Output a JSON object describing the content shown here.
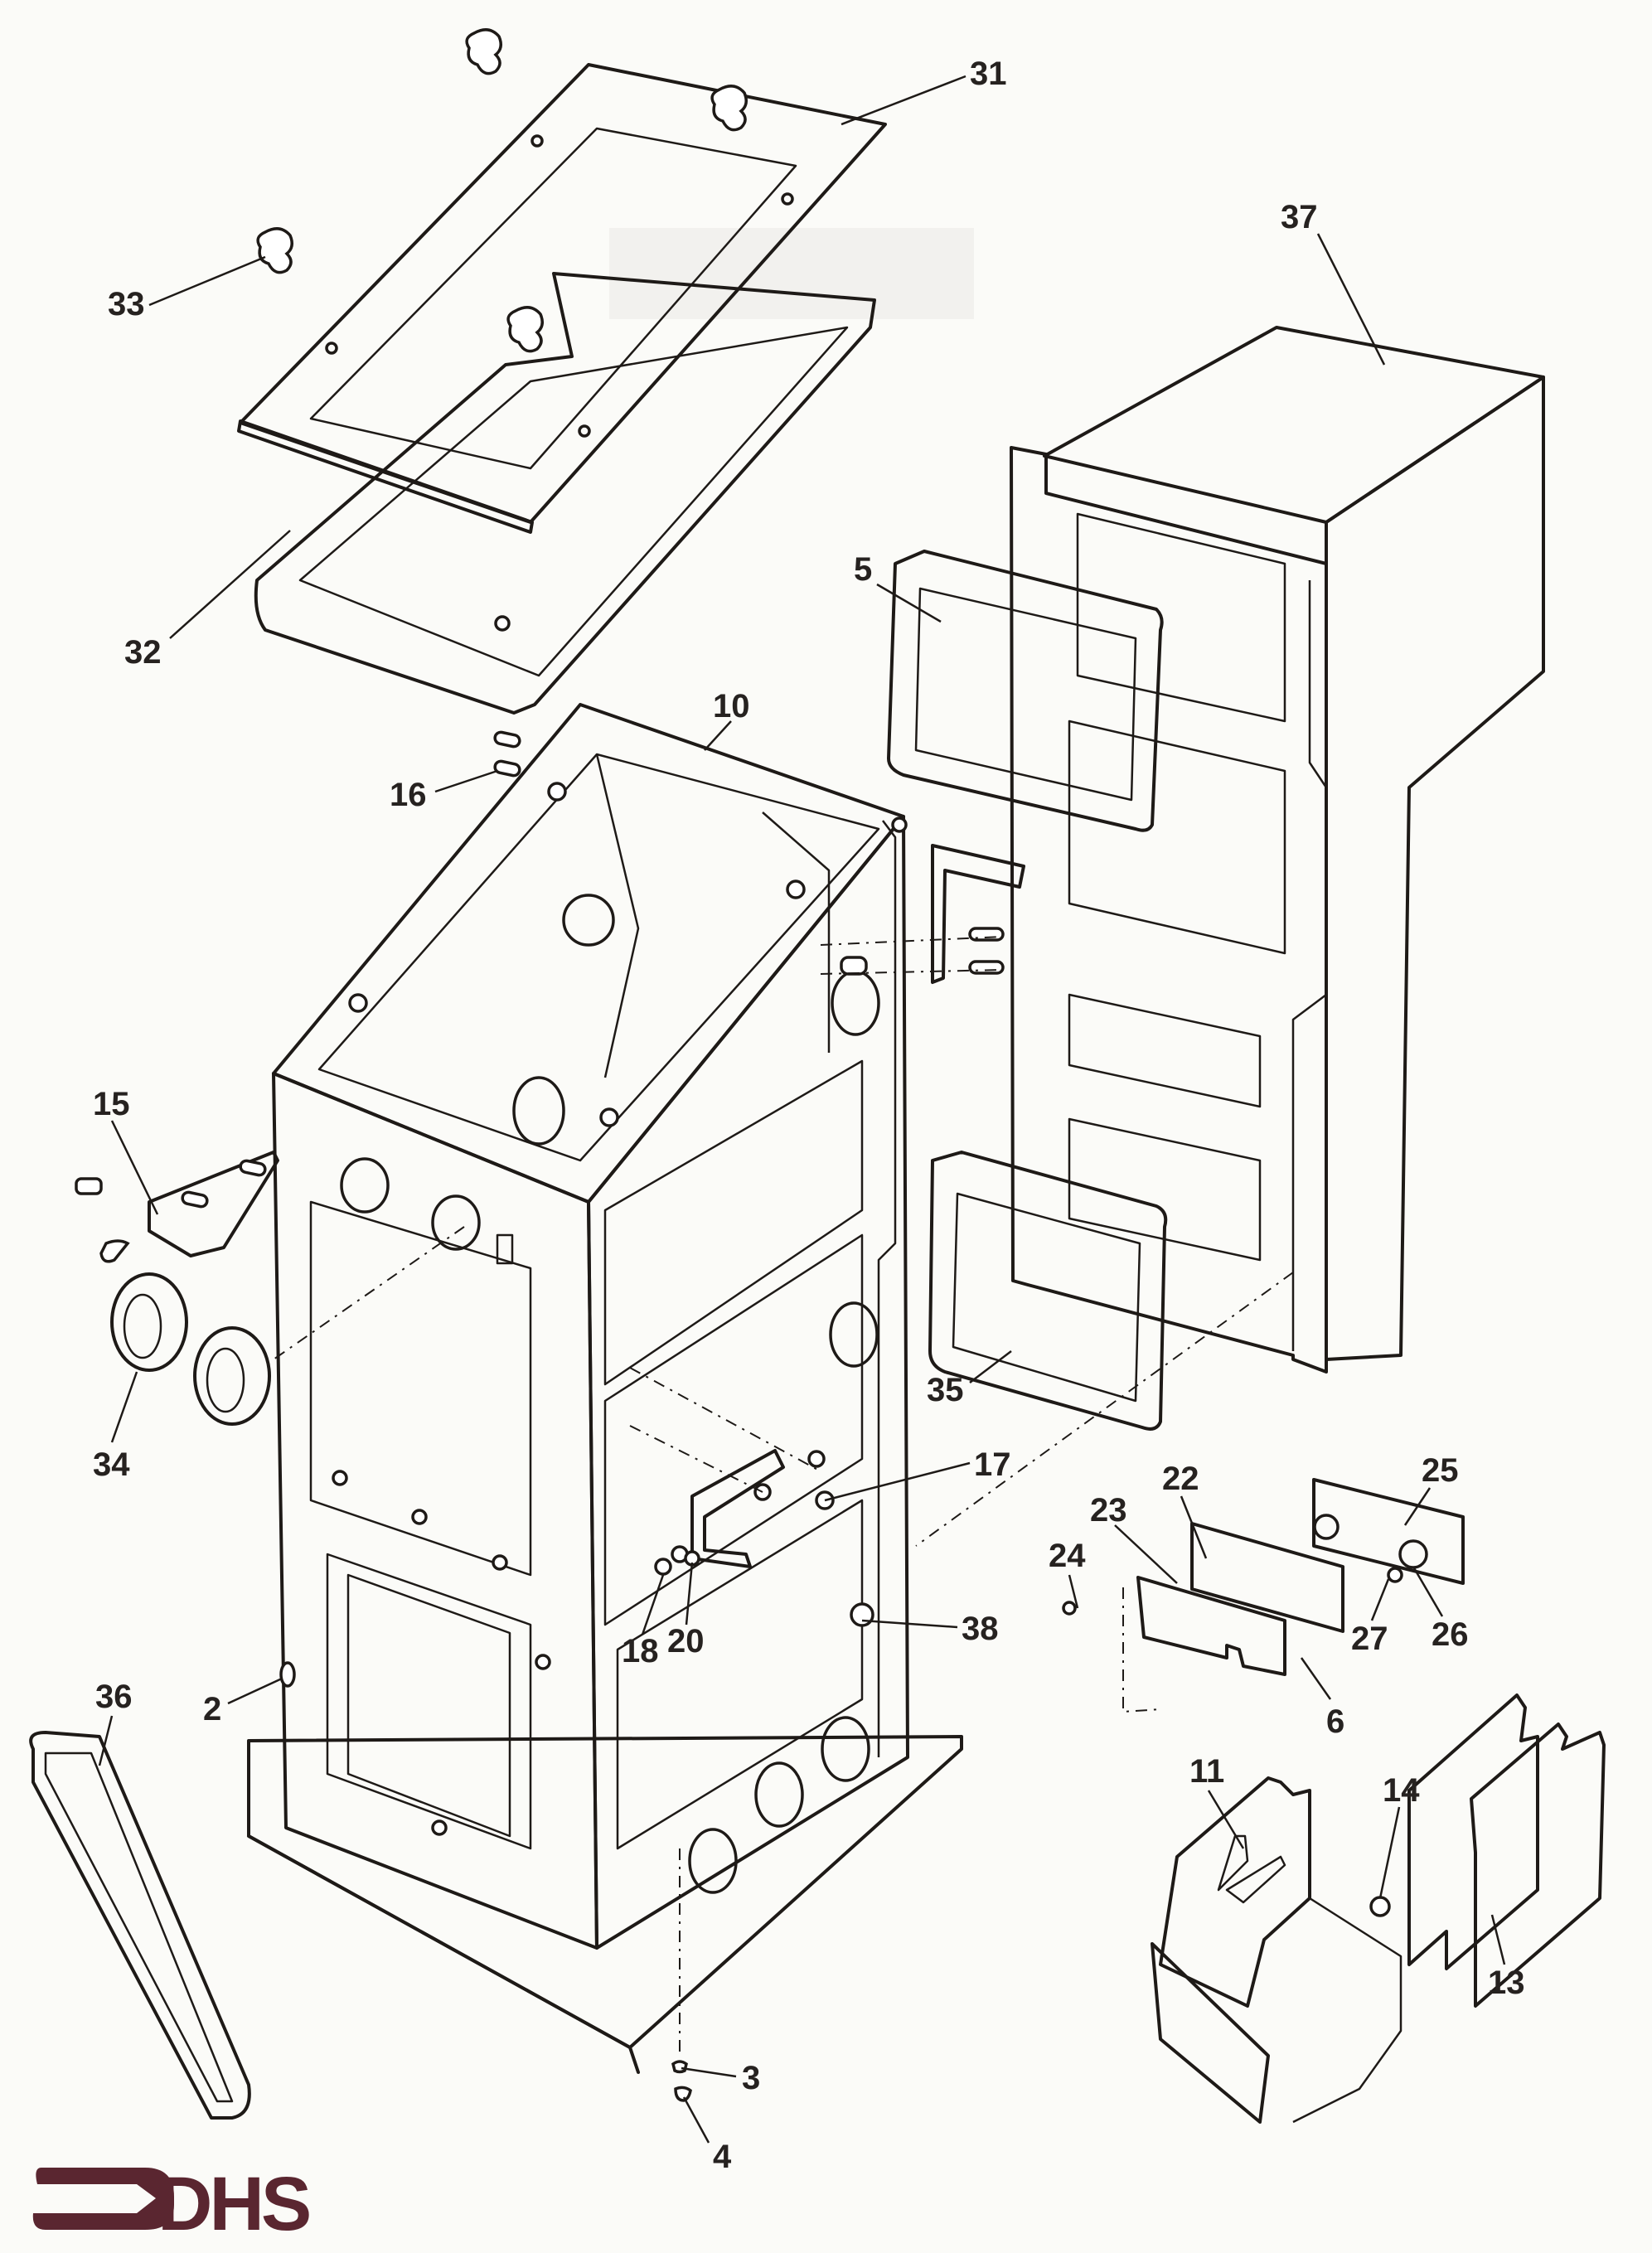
{
  "document": {
    "type": "exploded-parts-diagram",
    "subject": "Cabinet / enclosure assembly"
  },
  "callouts": [
    {
      "id": "31",
      "label": "31"
    },
    {
      "id": "33",
      "label": "33"
    },
    {
      "id": "37",
      "label": "37"
    },
    {
      "id": "32",
      "label": "32"
    },
    {
      "id": "5",
      "label": "5"
    },
    {
      "id": "10",
      "label": "10"
    },
    {
      "id": "16",
      "label": "16"
    },
    {
      "id": "15",
      "label": "15"
    },
    {
      "id": "34",
      "label": "34"
    },
    {
      "id": "35",
      "label": "35"
    },
    {
      "id": "17",
      "label": "17"
    },
    {
      "id": "22",
      "label": "22"
    },
    {
      "id": "25",
      "label": "25"
    },
    {
      "id": "23",
      "label": "23"
    },
    {
      "id": "24",
      "label": "24"
    },
    {
      "id": "27",
      "label": "27"
    },
    {
      "id": "26",
      "label": "26"
    },
    {
      "id": "18",
      "label": "18"
    },
    {
      "id": "20",
      "label": "20"
    },
    {
      "id": "38",
      "label": "38"
    },
    {
      "id": "6",
      "label": "6"
    },
    {
      "id": "2",
      "label": "2"
    },
    {
      "id": "36",
      "label": "36"
    },
    {
      "id": "11",
      "label": "11"
    },
    {
      "id": "14",
      "label": "14"
    },
    {
      "id": "13",
      "label": "13"
    },
    {
      "id": "3",
      "label": "3"
    },
    {
      "id": "4",
      "label": "4"
    }
  ],
  "logo": {
    "text": "DHS",
    "icon": "arrow-right-icon",
    "color": "#5a2630"
  },
  "colors": {
    "line": "#1e1a17",
    "paper": "#fbfbf8",
    "brand": "#5a2630"
  }
}
